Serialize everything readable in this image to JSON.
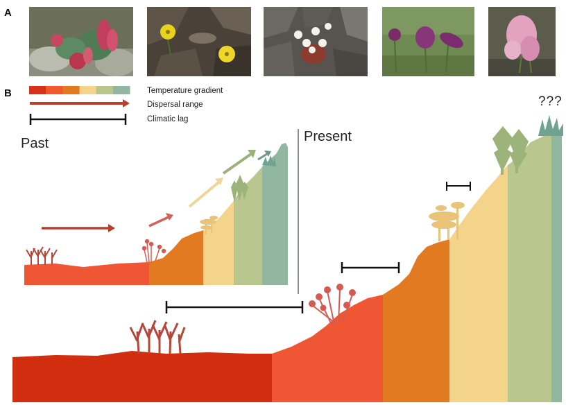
{
  "panels": {
    "a_label": "A",
    "b_label": "B"
  },
  "photos": [
    {
      "icon": "red-succulent-plant-photo"
    },
    {
      "icon": "yellow-poppy-photo"
    },
    {
      "icon": "white-flowers-on-rocks-photo"
    },
    {
      "icon": "purple-bell-flowers-photo"
    },
    {
      "icon": "pink-flower-cluster-photo"
    }
  ],
  "legend": {
    "gradient_colors": [
      "#d8311a",
      "#ef5a2c",
      "#e27a22",
      "#f3d48a",
      "#b9c78f",
      "#92b7a0"
    ],
    "items": [
      {
        "label": "Temperature gradient"
      },
      {
        "label": "Dispersal range",
        "color": "#b9412c"
      },
      {
        "label": "Climatic lag",
        "color": "#111111"
      }
    ]
  },
  "scenes": {
    "past_label": "Past",
    "present_label": "Present",
    "unknown_label": "???"
  },
  "colors": {
    "zone_red": "#d12e0f",
    "zone_orange_red": "#ef5634",
    "zone_orange": "#e27a22",
    "zone_yellow": "#f3d48a",
    "zone_green": "#b9c78f",
    "zone_teal": "#92b7a0",
    "plant_red": "#b5473a",
    "plant_pink": "#d45a52",
    "plant_yellow": "#e8c378",
    "plant_green": "#9cb37a",
    "plant_teal": "#6fa290"
  }
}
